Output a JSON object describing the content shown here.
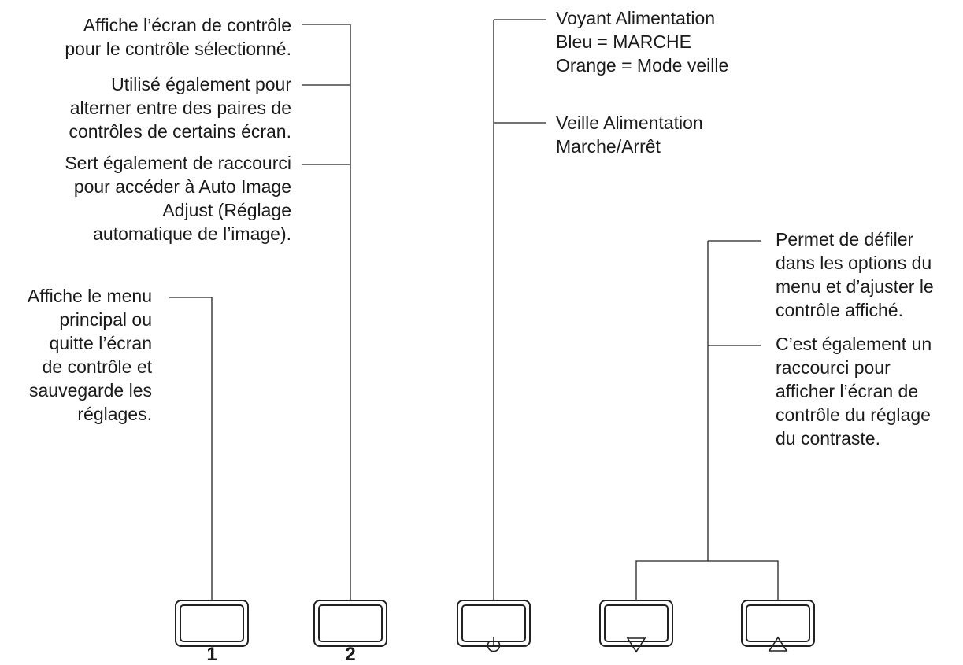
{
  "callouts": {
    "button2_display": [
      "Affiche l’écran de contrôle",
      "pour le contrôle sélectionné."
    ],
    "button2_toggle": [
      "Utilisé également pour",
      "alterner entre des paires de",
      "contrôles de certains écran."
    ],
    "button2_auto": [
      "Sert également de raccourci",
      "pour accéder à Auto Image",
      "Adjust (Réglage",
      "automatique de l’image)."
    ],
    "button1_menu": [
      "Affiche le menu",
      "principal ou",
      "quitte l’écran",
      "de contrôle et",
      "sauvegarde les",
      "réglages."
    ],
    "power_led": [
      "Voyant Alimentation",
      "Bleu = MARCHE",
      "Orange = Mode veille"
    ],
    "power_standby": [
      "Veille Alimentation",
      "Marche/Arrêt"
    ],
    "arrows_scroll": [
      "Permet de défiler",
      "dans les options du",
      "menu et d’ajuster le",
      "contrôle affiché."
    ],
    "arrows_contrast": [
      "C’est également un",
      "raccourci pour",
      "afficher l’écran de",
      "contrôle du réglage",
      "du contraste."
    ]
  },
  "buttons": {
    "b1": "1",
    "b2": "2"
  },
  "icons": {
    "power": "power-icon",
    "down": "triangle-down-icon",
    "up": "triangle-up-icon"
  },
  "colors": {
    "line": "#222222",
    "text": "#1a1a1a"
  }
}
